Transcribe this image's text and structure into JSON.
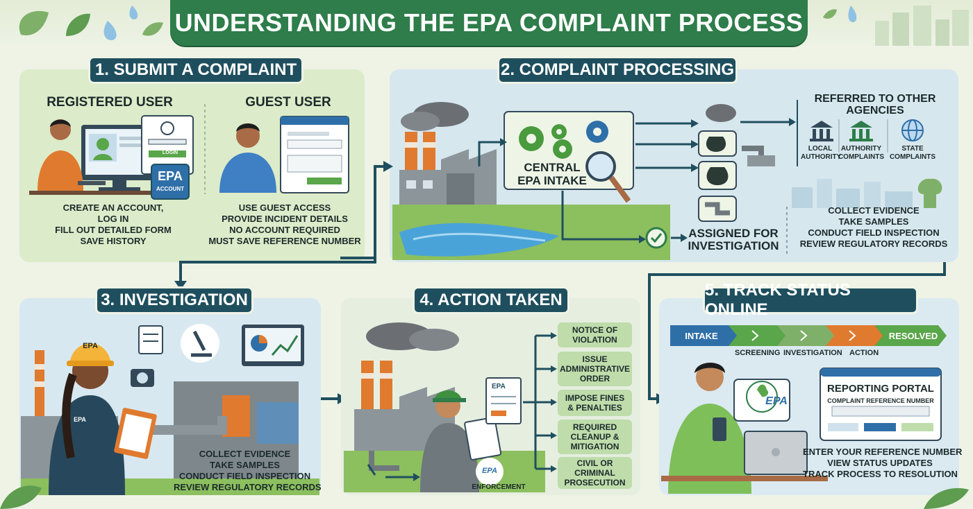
{
  "title": "UNDERSTANDING THE EPA COMPLAINT PROCESS",
  "step1": {
    "heading": "1. SUBMIT A COMPLAINT",
    "registered": {
      "label": "REGISTERED USER",
      "screen_button": "LOGIN",
      "badge": "EPA",
      "badge_sub": "ACCOUNT",
      "lines": [
        "CREATE AN ACCOUNT,",
        "LOG IN",
        "FILL OUT DETAILED FORM",
        "SAVE HISTORY"
      ]
    },
    "guest": {
      "label": "GUEST USER",
      "lines": [
        "USE GUEST ACCESS",
        "PROVIDE INCIDENT DETAILS",
        "NO ACCOUNT REQUIRED",
        "MUST SAVE REFERENCE NUMBER"
      ]
    }
  },
  "step2": {
    "heading": "2. COMPLAINT PROCESSING",
    "intake": [
      "CENTRAL",
      "EPA INTAKE"
    ],
    "referred": [
      "REFERRED TO OTHER",
      "AGENCIES"
    ],
    "agencies": [
      {
        "label": [
          "LOCAL",
          "AUTHORITY"
        ],
        "icon": "local-building-icon"
      },
      {
        "label": [
          "AUTHORITY",
          "COMPLAINTS"
        ],
        "icon": "authority-building-icon"
      },
      {
        "label": [
          "STATE",
          "COMPLAINTS"
        ],
        "icon": "globe-icon"
      }
    ],
    "assigned": [
      "ASSIGNED FOR",
      "INVESTIGATION"
    ],
    "evidence_lines": [
      "COLLECT EVIDENCE",
      "TAKE SAMPLES",
      "CONDUCT FIELD INSPECTION",
      "REVIEW REGULATORY RECORDS"
    ]
  },
  "step3": {
    "heading": "3. INVESTIGATION",
    "helmet_text": "EPA",
    "jacket_text": "EPA",
    "lines": [
      "COLLECT EVIDENCE",
      "TAKE SAMPLES",
      "CONDUCT FIELD INSPECTION",
      "REVIEW REGULATORY RECORDS"
    ]
  },
  "step4": {
    "heading": "4. ACTION TAKEN",
    "doc_text": "EPA",
    "logo_text": "EPA",
    "enforcement": "ENFORCEMENT",
    "actions": [
      [
        "NOTICE OF",
        "VIOLATION"
      ],
      [
        "ISSUE",
        "ADMINISTRATIVE",
        "ORDER"
      ],
      [
        "IMPOSE FINES",
        "& PENALTIES"
      ],
      [
        "REQUIRED",
        "CLEANUP &",
        "MITIGATION"
      ],
      [
        "CIVIL OR",
        "CRIMINAL",
        "PROSECUTION"
      ]
    ]
  },
  "step5": {
    "heading": "5. TRACK STATUS ONLINE",
    "stages_top": [
      "INTAKE",
      "RESOLVED"
    ],
    "stages_bottom": [
      "SCREENING",
      "INVESTIGATION",
      "ACTION"
    ],
    "logo_text": "EPA",
    "portal_title": "REPORTING PORTAL",
    "portal_sub": "COMPLAINT REFERENCE NUMBER",
    "lines": [
      "ENTER YOUR REFERENCE NUMBER",
      "VIEW STATUS UPDATES",
      "TRACK PROCESS TO RESOLUTION"
    ]
  },
  "colors": {
    "title_green": "#2e7d4a",
    "banner_navy": "#1f4f5e",
    "action_green": "#bfdcab",
    "stage_blue": "#2f6fa8",
    "stage_green": "#5aa64a",
    "stage_orange": "#e07a2e"
  }
}
